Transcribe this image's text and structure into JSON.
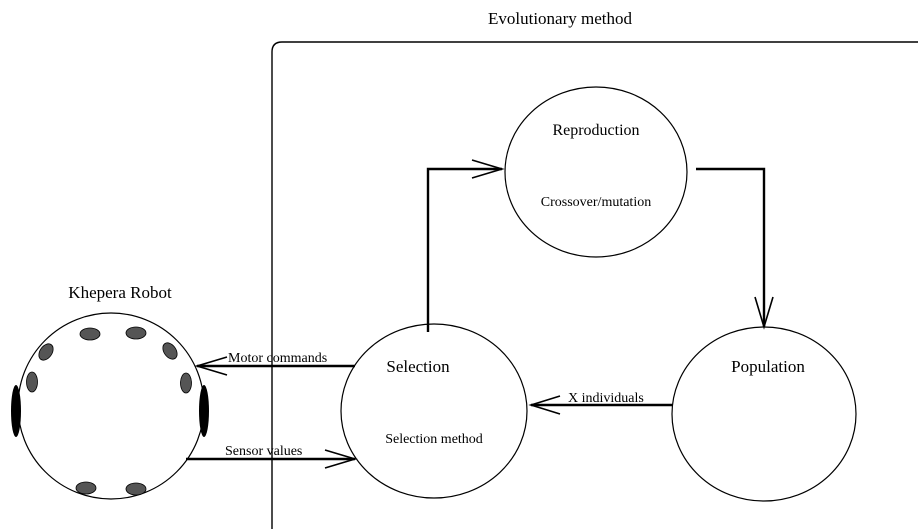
{
  "diagram": {
    "frame_title": "Evolutionary method",
    "robot_title": "Khepera Robot",
    "nodes": {
      "reproduction": {
        "title": "Reproduction",
        "subtitle": "Crossover/mutation"
      },
      "selection": {
        "title": "Selection",
        "subtitle": "Selection method"
      },
      "population": {
        "title": "Population"
      }
    },
    "edges": {
      "motor_commands": "Motor commands",
      "sensor_values": "Sensor values",
      "x_individuals": "X individuals"
    }
  }
}
